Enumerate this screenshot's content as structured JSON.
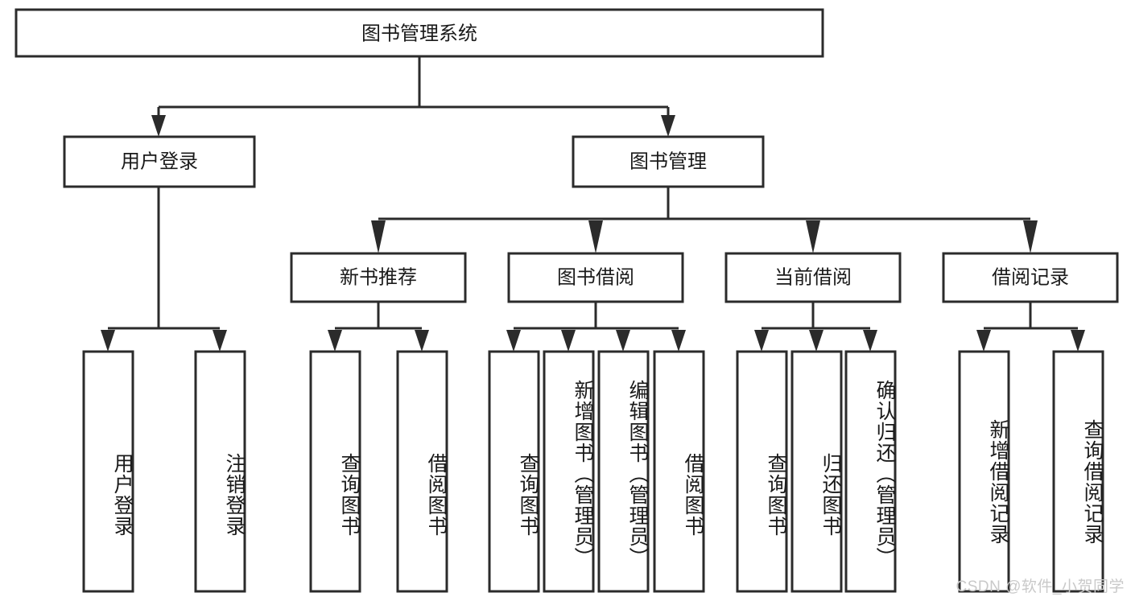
{
  "diagram": {
    "type": "tree",
    "title": "图书管理系统",
    "orientation": "top-down",
    "root": {
      "id": "root",
      "label": "图书管理系统",
      "level": 0
    },
    "level1": [
      {
        "id": "user-login",
        "label": "用户登录"
      },
      {
        "id": "book-manage",
        "label": "图书管理"
      }
    ],
    "level2": [
      {
        "id": "new-book-recommend",
        "label": "新书推荐",
        "parent": "book-manage"
      },
      {
        "id": "book-borrow",
        "label": "图书借阅",
        "parent": "book-manage"
      },
      {
        "id": "current-borrow",
        "label": "当前借阅",
        "parent": "book-manage"
      },
      {
        "id": "borrow-record",
        "label": "借阅记录",
        "parent": "book-manage"
      }
    ],
    "leaves": [
      {
        "id": "leaf-user-login",
        "label": "用户登录",
        "parent": "user-login"
      },
      {
        "id": "leaf-logout-login",
        "label": "注销登录",
        "parent": "user-login"
      },
      {
        "id": "leaf-query-book-1",
        "label": "查询图书",
        "parent": "new-book-recommend"
      },
      {
        "id": "leaf-borrow-book-1",
        "label": "借阅图书",
        "parent": "new-book-recommend"
      },
      {
        "id": "leaf-query-book-2",
        "label": "查询图书",
        "parent": "book-borrow"
      },
      {
        "id": "leaf-add-book",
        "label": "新增图书（管理员）",
        "parent": "book-borrow"
      },
      {
        "id": "leaf-edit-book",
        "label": "编辑图书（管理员）",
        "parent": "book-borrow"
      },
      {
        "id": "leaf-borrow-book-2",
        "label": "借阅图书",
        "parent": "book-borrow"
      },
      {
        "id": "leaf-query-book-3",
        "label": "查询图书",
        "parent": "current-borrow"
      },
      {
        "id": "leaf-return-book",
        "label": "归还图书",
        "parent": "current-borrow"
      },
      {
        "id": "leaf-confirm-return",
        "label": "确认归还（管理员）",
        "parent": "current-borrow"
      },
      {
        "id": "leaf-add-record",
        "label": "新增借阅记录",
        "parent": "borrow-record"
      },
      {
        "id": "leaf-query-record",
        "label": "查询借阅记录",
        "parent": "borrow-record"
      }
    ],
    "colors": {
      "stroke": "#2b2b2b",
      "fill": "#ffffff",
      "text": "#1a1a1a",
      "watermark": "#c9c9c9",
      "background": "#ffffff"
    }
  },
  "watermark": {
    "text": "CSDN @软件_小贺同学"
  }
}
